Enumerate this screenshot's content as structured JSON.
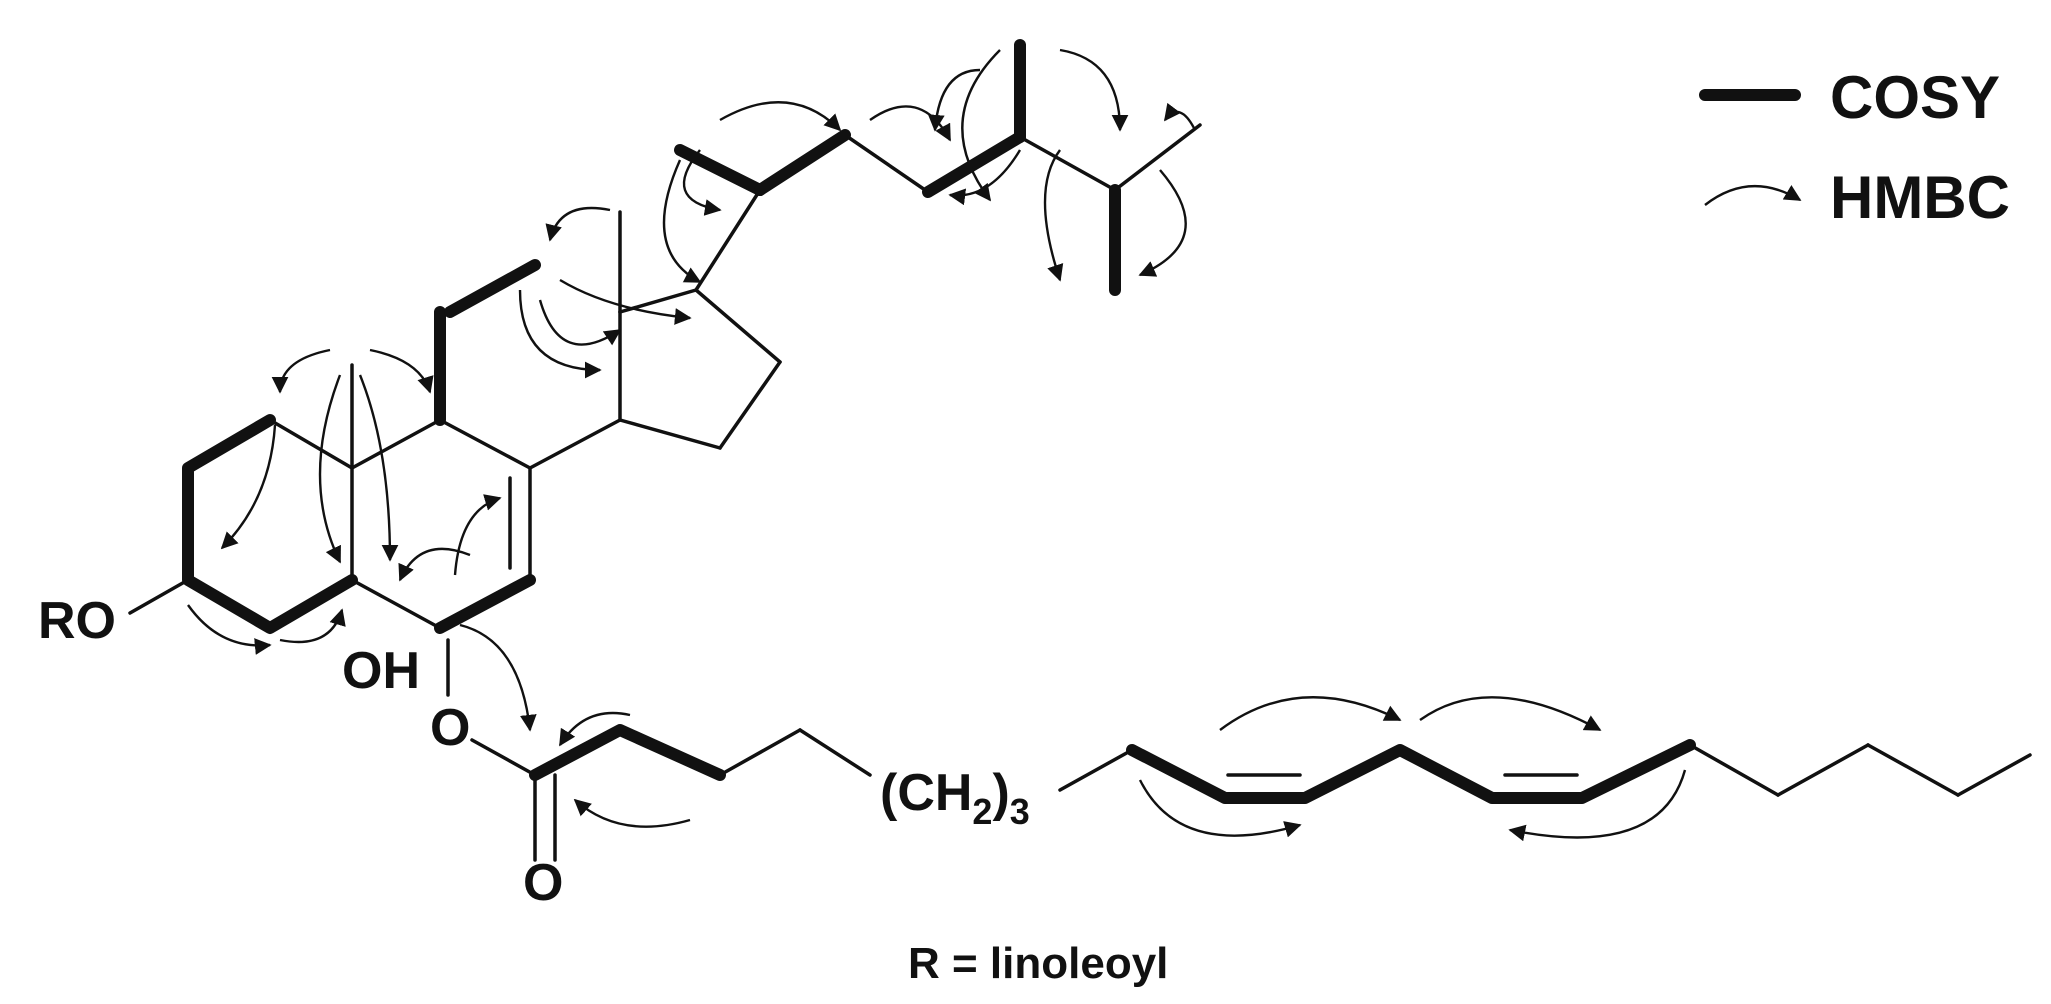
{
  "legend": {
    "cosy_label": "COSY",
    "hmbc_label": "HMBC"
  },
  "atoms": {
    "ro": "RO",
    "oh": "OH",
    "ester_o": "O",
    "carbonyl_o": "O",
    "ch2_open": "(CH",
    "ch2_sub": "2",
    "ch2_close": ")",
    "ch2_count": "3"
  },
  "caption": "R = linoleoyl",
  "colors": {
    "ink": "#111111",
    "background": "#ffffff"
  }
}
